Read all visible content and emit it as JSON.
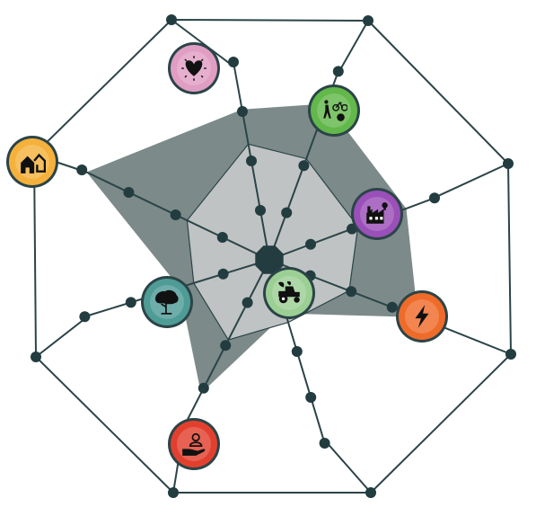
{
  "diagram": {
    "type": "radar",
    "center_label": "",
    "levels": 4,
    "axes": [
      {
        "id": "transport",
        "icon": "walk-bike-ball-icon",
        "color": "#62b84a",
        "value": 0.85
      },
      {
        "id": "industry",
        "icon": "factory-lightbulb-icon",
        "color": "#9a50b8",
        "value": 0.85
      },
      {
        "id": "energy",
        "icon": "lightning-bolt-icon",
        "color": "#ef6b2a",
        "value": 0.93
      },
      {
        "id": "agriculture",
        "icon": "tractor-leaf-icon",
        "color": "#9ccf94",
        "value": 0.3
      },
      {
        "id": "social",
        "icon": "hand-person-icon",
        "color": "#e2402e",
        "value": 0.8
      },
      {
        "id": "nature",
        "icon": "tree-icon",
        "color": "#4f9c96",
        "value": 0.5
      },
      {
        "id": "housing",
        "icon": "houses-icon",
        "color": "#f5b13c",
        "value": 1.0
      },
      {
        "id": "health",
        "icon": "heart-icon",
        "color": "#e09ec3",
        "value": 0.78
      }
    ],
    "colors": {
      "outer_area": "#7c8a8a",
      "inner_area": "#bfc3c3",
      "line": "#2b4447",
      "node": "#223c3f"
    }
  }
}
